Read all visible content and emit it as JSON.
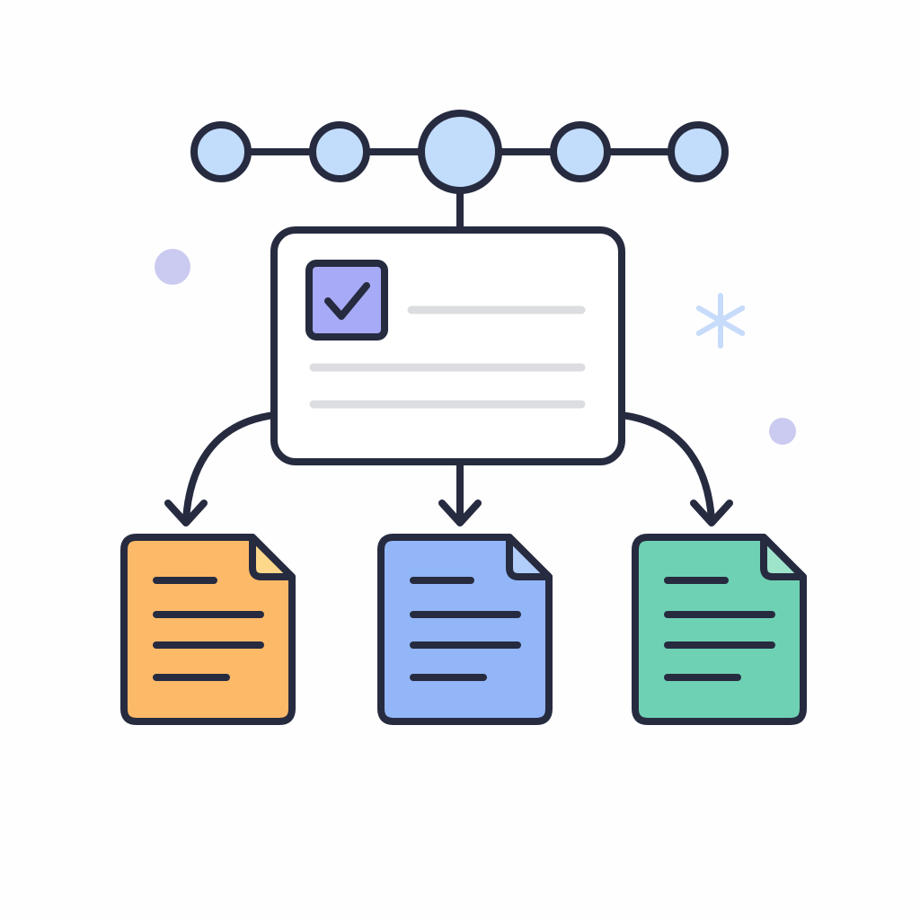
{
  "diagram": {
    "kind": "workflow-branch-illustration",
    "text_labels": [],
    "colors": {
      "outline": "#262b40",
      "node_fill": "#c2dcfc",
      "card_fill": "#ffffff",
      "card_line": "#dcdde0",
      "checkbox_fill": "#a7aaf6",
      "doc_orange": "#fcb968",
      "doc_blue": "#92b6f7",
      "doc_green": "#6fd1b3",
      "doc_fold_orange": "#fdd78a",
      "doc_fold_blue": "#b1cdfa",
      "doc_fold_green": "#9ee4cb",
      "decor_dot": "#cbcbf1",
      "decor_sparkle": "#c7dbfa"
    },
    "timeline": {
      "node_count": 5,
      "emphasized_node": 3
    },
    "task_card": {
      "icon": "checkmark-icon",
      "checked": true,
      "text_line_count": 3
    },
    "documents": [
      {
        "id": "doc-1",
        "color": "orange",
        "icon": "document-icon",
        "text_line_count": 4
      },
      {
        "id": "doc-2",
        "color": "blue",
        "icon": "document-icon",
        "text_line_count": 4
      },
      {
        "id": "doc-3",
        "color": "green",
        "icon": "document-icon",
        "text_line_count": 4
      }
    ],
    "decorations": [
      "dot",
      "dot",
      "sparkle-icon"
    ]
  }
}
